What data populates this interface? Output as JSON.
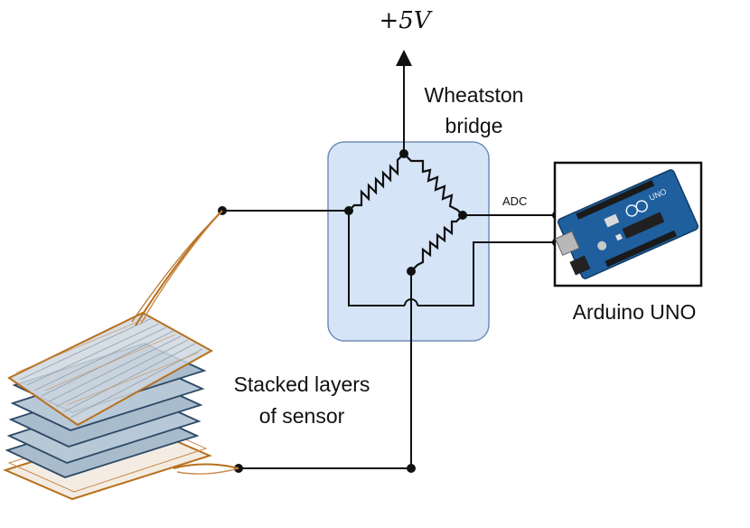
{
  "diagram": {
    "supply_label": "+5V",
    "bridge_label_line1": "Wheatston",
    "bridge_label_line2": "bridge",
    "adc_label": "ADC",
    "board_label": "Arduino UNO",
    "sensor_label_line1": "Stacked layers",
    "sensor_label_line2": "of sensor",
    "board_logo_text": "UNO",
    "colors": {
      "wire": "#111111",
      "bridge_box_fill": "#d6e4f7",
      "bridge_box_stroke": "#6f8fb8",
      "board_blue": "#1f5f9e",
      "layer_fill": "#a9bccc",
      "layer_edge": "#2c4a66",
      "copper": "#b8701e"
    }
  }
}
